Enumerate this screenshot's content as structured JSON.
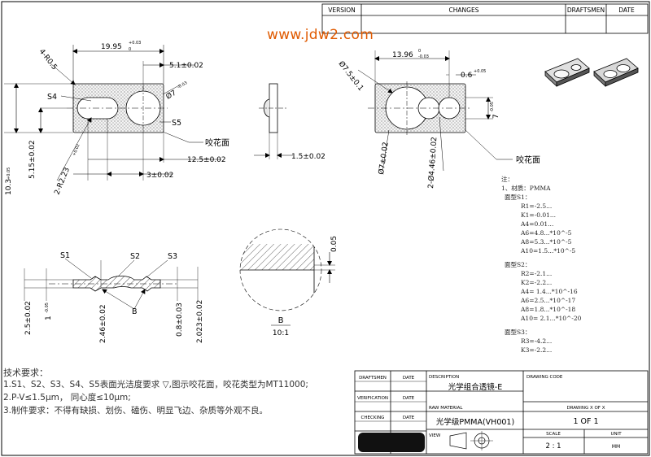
{
  "watermark": "www.jdw2.com",
  "revision_header": {
    "version": "VERSION",
    "changes": "CHANGES",
    "draftsmen": "DRAFTSMEN",
    "date": "DATE"
  },
  "front_view": {
    "d_width": "19.95",
    "d_width_tol": "+0.03",
    "d_width_tol2": "0",
    "d_corner": "4-R0.5",
    "d_hole_offset": "5.1±0.02",
    "d_hole_dia": "Ø7",
    "d_hole_dia_tol": "-0.03",
    "label_s4": "S4",
    "label_s5": "S5",
    "frosted": "咬花面",
    "d_125": "12.5±0.02",
    "d_3": "3±0.02",
    "d_r": "2-R2.23",
    "d_r_tol": "+0.02",
    "d_515": "5.15±0.02",
    "d_103": "10.3",
    "d_103_tol": "+0.05"
  },
  "side_view": {
    "d_15": "1.5±0.02"
  },
  "back_view": {
    "d_width": "13.96",
    "d_width_tol": "0",
    "d_width_tol2": "-0.03",
    "d_75": "Ø7.5±0.1",
    "d_06": "0.6",
    "d_06_tol": "+0.05",
    "d_7": "7",
    "d_7_tol": "-0.05",
    "d_702": "Ø7±0.02",
    "d_446": "2-Ø4.46±0.02",
    "frosted": "咬花面"
  },
  "section_view": {
    "label_s1": "S1",
    "label_s2": "S2",
    "label_s3": "S3",
    "label_b": "B",
    "d_25": "2.5±0.02",
    "d_1": "1",
    "d_1_tol": "-0.05",
    "d_246": "2.46±0.02",
    "d_08": "0.8±0.03",
    "d_2023": "2.023±0.02"
  },
  "detail_view": {
    "d_005": "0.05",
    "label": "B",
    "scale": "10:1"
  },
  "notes": {
    "title": "注：",
    "material": "1、材质：PMMA",
    "s1_title": "面型S1：",
    "s1": [
      "R1=-2.5...",
      "K1=-0.01...",
      "A4=0.01...",
      "A6=4.8...*10^-5",
      "A8=5.3...*10^-5",
      "A10=1.5...*10^-5"
    ],
    "s2_title": "面型S2：",
    "s2": [
      "R2=-2.1...",
      "K2=-2.2...",
      "A4= 1.4...*10^-16",
      "A6=2.5...*10^-17",
      "A8=1.8...*10^-18",
      "A10= 2.1...*10^-20"
    ],
    "s3_title": "面型S3：",
    "s3": [
      "R3=-4.2...",
      "K3=-2.2..."
    ]
  },
  "requirements": {
    "title": "技术要求：",
    "line1": "1.S1、S2、S3、S4、S5表面光洁度要求 ▽,图示咬花面，咬花类型为MT11000;",
    "line2": "2.P-V≤1.5μm， 同心度≤10μm;",
    "line3": "3.制件要求：不得有缺损、划伤、磕伤、明显飞边、杂质等外观不良。"
  },
  "title_block": {
    "draftsmen": "DRAFTSMEN",
    "date": "DATE",
    "verification": "VERIFICATION",
    "checking": "CHECKING",
    "description": "DESCRIPTION",
    "description_value": "光学组合透镜-E",
    "raw_material": "RAW MATERIAL",
    "raw_material_value": "光学级PMMA(VH001)",
    "view": "VIEW",
    "drawing_code": "DRAWING CODE",
    "drawing_x_of_x": "DRAWING X OF X",
    "drawing_value": "1  OF  1",
    "scale": "SCALE",
    "scale_value": "2 : 1",
    "unit": "UNIT",
    "unit_value": "MM"
  }
}
